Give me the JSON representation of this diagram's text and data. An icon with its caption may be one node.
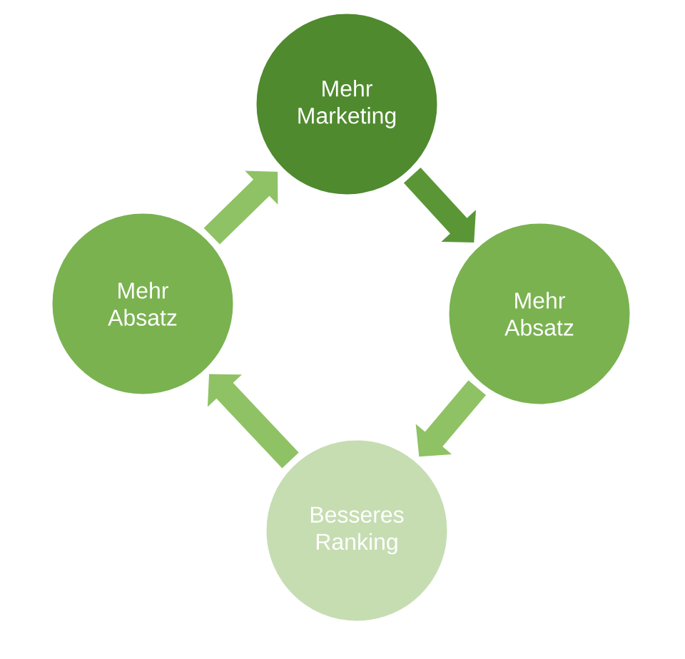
{
  "diagram": {
    "nodes": [
      {
        "text": [
          "Mehr Marketing"
        ]
      },
      {
        "text": [
          "Mehr Absatz"
        ]
      },
      {
        "text": [
          "Besseres Ranking"
        ]
      },
      {
        "text": [
          "Mehr Absatz"
        ]
      }
    ],
    "edges": [
      {
        "from": 0,
        "to": 1,
        "arrow": "to",
        "color": "#5a9636"
      },
      {
        "from": 1,
        "to": 2,
        "arrow": "to"
      },
      {
        "from": 2,
        "to": 3,
        "arrow": "to"
      },
      {
        "from": 3,
        "to": 0,
        "arrow": "to"
      }
    ]
  }
}
